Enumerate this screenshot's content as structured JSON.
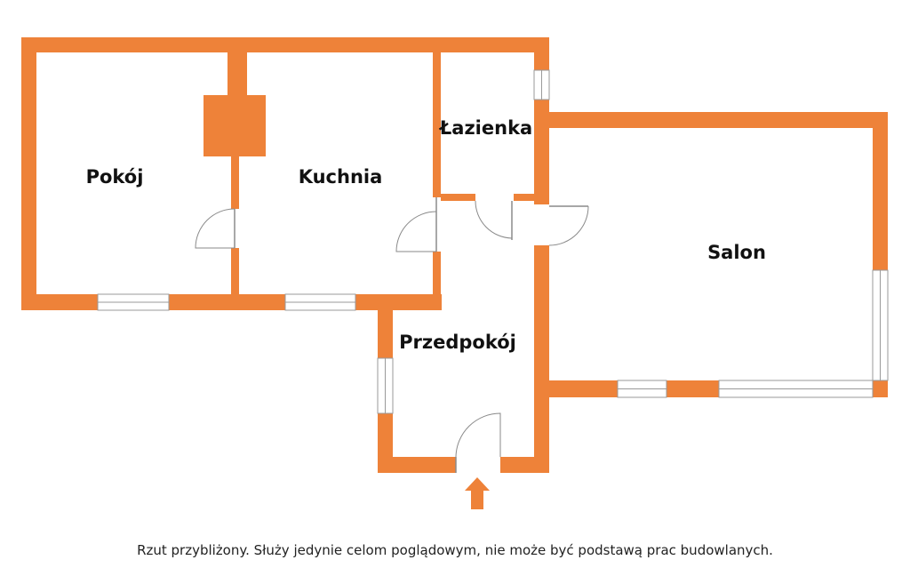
{
  "colors": {
    "wall": "#EE8239",
    "window_frame": "#9a9a9a",
    "door_line": "#8a8a8a",
    "background": "#ffffff",
    "text": "#111111"
  },
  "rooms": [
    {
      "id": "pokoj",
      "label": "Pokój"
    },
    {
      "id": "kuchnia",
      "label": "Kuchnia"
    },
    {
      "id": "lazienka",
      "label": "Łazienka"
    },
    {
      "id": "salon",
      "label": "Salon"
    },
    {
      "id": "przedpokoj",
      "label": "Przedpokój"
    }
  ],
  "entrance": {
    "icon": "arrow-up-icon"
  },
  "disclaimer": "Rzut przybliżony. Służy jedynie celom poglądowym, nie może być podstawą prac budowlanych."
}
